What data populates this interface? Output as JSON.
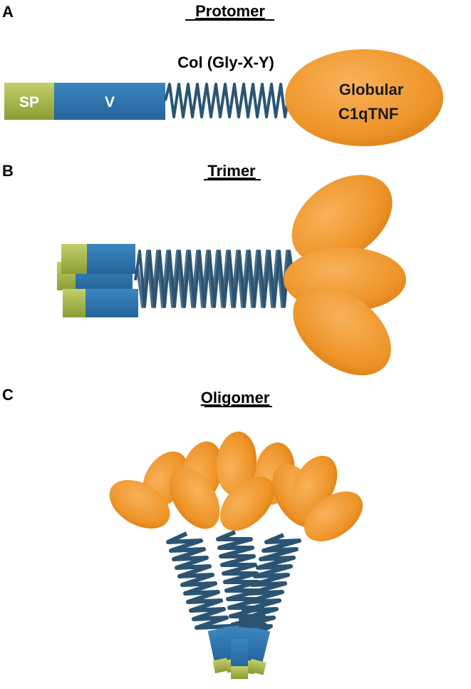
{
  "panels": [
    {
      "letter": "A",
      "title": "Protomer"
    },
    {
      "letter": "B",
      "title": "Trimer"
    },
    {
      "letter": "C",
      "title": "Oligomer"
    }
  ],
  "protomer": {
    "sp_label": "SP",
    "v_label": "V",
    "col_label": "Col (Gly-X-Y)",
    "globular_line1": "Globular",
    "globular_line2": "C1qTNF"
  },
  "colors": {
    "sp": "#a5b544",
    "v": "#2f78b0",
    "coil": "#2b5473",
    "globular": "#f09a2e"
  }
}
